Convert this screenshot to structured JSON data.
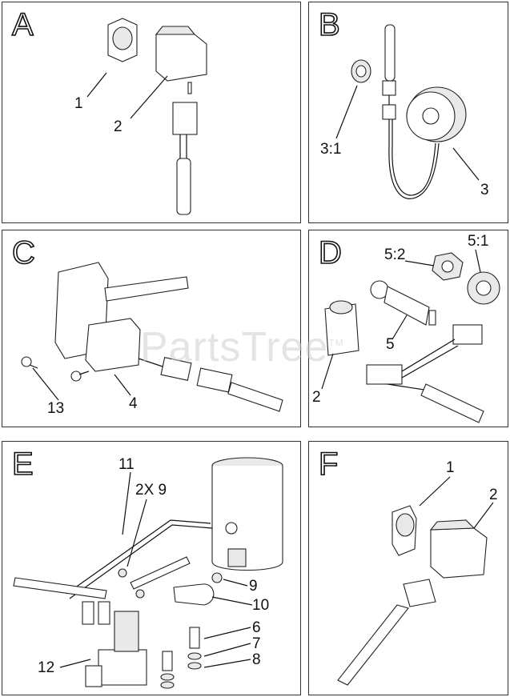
{
  "watermark": "PartsTree",
  "watermark_tm": "TM",
  "panels": {
    "a": {
      "letter": "A",
      "callouts": [
        "1",
        "2"
      ]
    },
    "b": {
      "letter": "B",
      "callouts": [
        "3:1",
        "3"
      ]
    },
    "c": {
      "letter": "C",
      "callouts": [
        "13",
        "4"
      ]
    },
    "d": {
      "letter": "D",
      "callouts": [
        "5:2",
        "5:1",
        "5",
        "2"
      ]
    },
    "e": {
      "letter": "E",
      "callouts": [
        "11",
        "2X 9",
        "9",
        "10",
        "6",
        "7",
        "8",
        "12"
      ]
    },
    "f": {
      "letter": "F",
      "callouts": [
        "1",
        "2"
      ]
    }
  }
}
